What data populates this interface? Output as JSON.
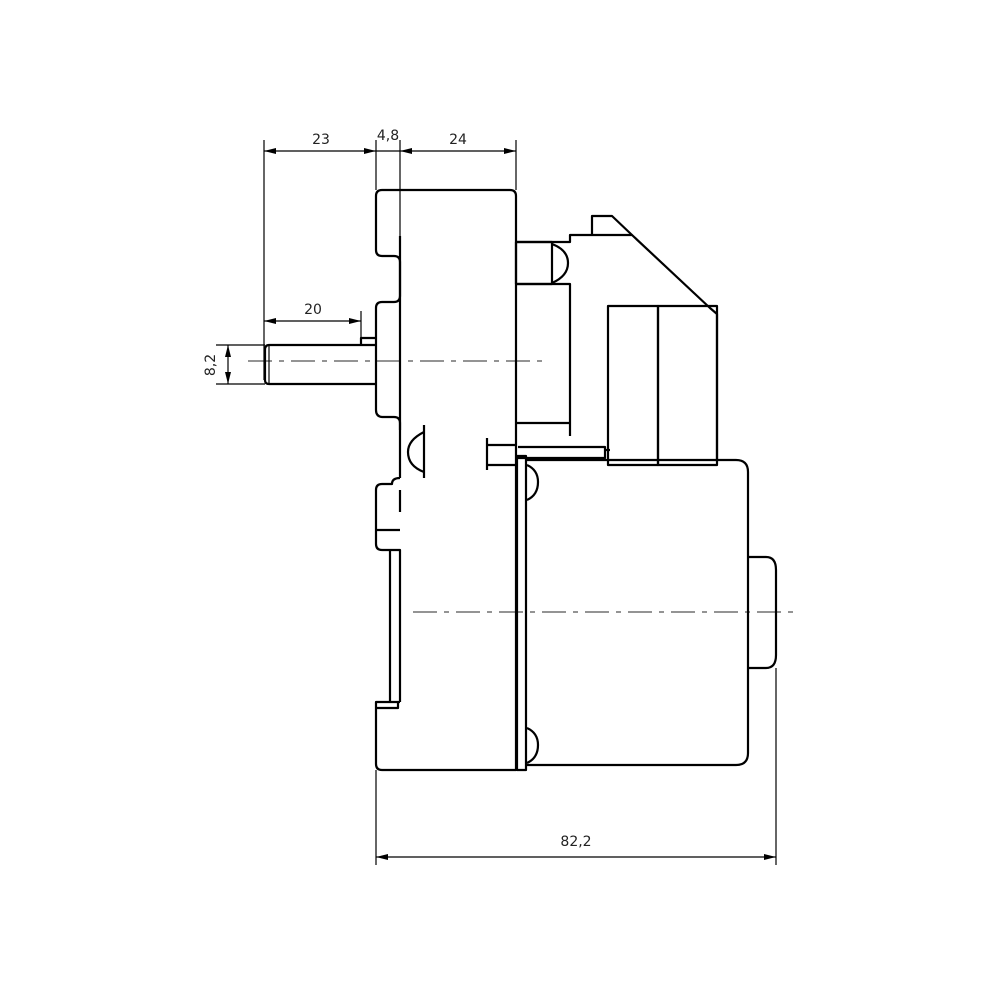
{
  "drawing": {
    "dimensions": {
      "shaft_projection": "23",
      "flange_thickness": "4,8",
      "gearbox_depth": "24",
      "shaft_length": "20",
      "shaft_diameter": "8,2",
      "overall_length": "82,2"
    },
    "colors": {
      "line": "#000000",
      "centerline": "#555555",
      "background": "#ffffff"
    }
  }
}
